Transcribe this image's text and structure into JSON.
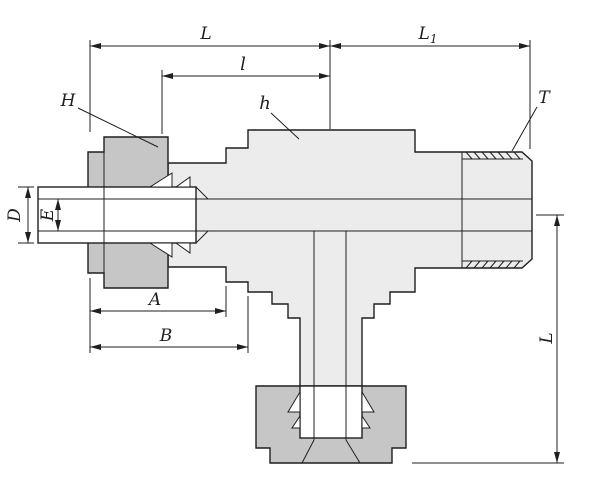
{
  "labels": {
    "L_top": "L",
    "L1_main": "L",
    "L1_sub": "1",
    "l_mid": "l",
    "H": "H",
    "h": "h",
    "T": "T",
    "D": "D",
    "E": "E",
    "A": "A",
    "B": "B",
    "L_right": "L"
  },
  "colors": {
    "line": "#1f1f1f",
    "nut_fill": "#c5c6c5",
    "body_fill": "#ececec",
    "tube_fill": "#ffffff",
    "background": "#ffffff"
  }
}
